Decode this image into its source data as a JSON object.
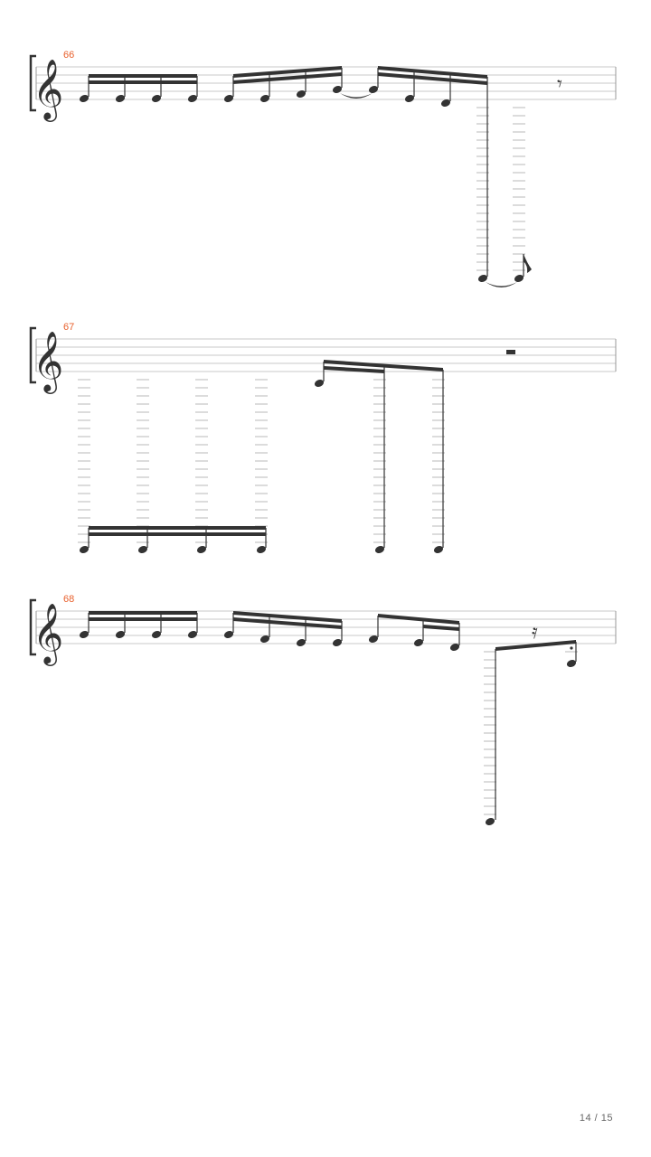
{
  "colors": {
    "accent": "#e8602c",
    "ink": "#333333",
    "staff_line": "#c8c8c8",
    "ledger_line": "#b8b8b8",
    "page_text": "#666666"
  },
  "clef_icon": "treble-clef-icon",
  "systems": [
    {
      "measure_number": "66"
    },
    {
      "measure_number": "67"
    },
    {
      "measure_number": "68"
    }
  ],
  "page": {
    "indicator": "14 / 15",
    "current": 14,
    "total": 15
  }
}
